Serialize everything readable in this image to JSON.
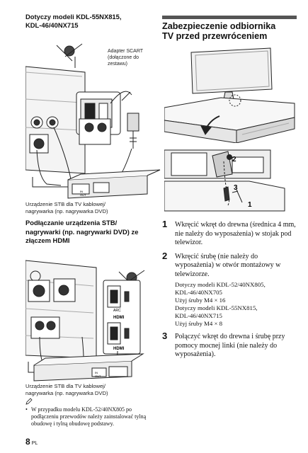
{
  "left_heading_1": [
    "Dotyczy modeli KDL-55NX815,",
    "KDL-46/40NX715"
  ],
  "scart_label": [
    "Adapter SCART",
    "(dołączone do",
    "zestawu)"
  ],
  "caption_1": [
    "Urządzenie STB dla TV kablowej/",
    "nagrywarka (np. nagrywarka DVD)"
  ],
  "left_heading_2": [
    "Podłączanie urządzenia STB/",
    "nagrywarki (np. nagrywarki DVD) ze",
    "złączem HDMI"
  ],
  "caption_2": [
    "Urządzenie STB dla TV kablowej/",
    "nagrywarka (np. nagrywarka DVD)"
  ],
  "right_heading": [
    "Zabezpieczenie odbiornika",
    "TV przed przewróceniem"
  ],
  "callouts": [
    "2",
    "3",
    "1"
  ],
  "port_labels": {
    "in": "IN",
    "out": "OUT",
    "hdmi": "HDMI",
    "arc": "ARC"
  },
  "steps": [
    {
      "num": "1",
      "text": "Wkręcić wkręt do drewna (średnica 4 mm, nie należy do wyposażenia) w stojak pod telewizor."
    },
    {
      "num": "2",
      "text": "Wkręcić śrubę (nie należy do wyposażenia) w otwór montażowy w telewizorze.",
      "sub": [
        "Dotyczy modeli KDL-52/40NX805,",
        "KDL-46/40NX705",
        "Użyj śruby M4 × 16",
        "Dotyczy modeli KDL-55NX815,",
        "KDL-46/40NX715",
        "Użyj śruby M4 × 8"
      ]
    },
    {
      "num": "3",
      "text": "Połączyć wkręt do drewna i śrubę przy pomocy mocnej linki (nie należy do wyposażenia)."
    }
  ],
  "note": {
    "icon": "note-pencil-icon",
    "text": "W przypadku modelu KDL-52/40NX805 po podłączeniu przewodów należy zainstalować tylną obudowę i tylną obudowę podstawy."
  },
  "page": {
    "number": "8",
    "lang": "PL"
  }
}
